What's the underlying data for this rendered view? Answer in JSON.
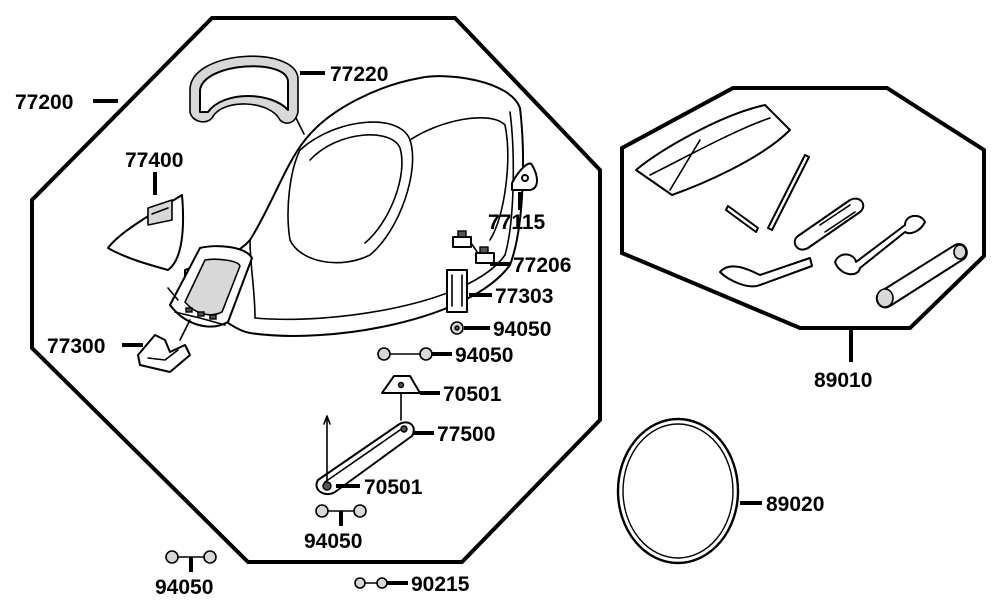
{
  "parts": {
    "p77200": "77200",
    "p77220": "77220",
    "p77400": "77400",
    "p77115": "77115",
    "p77206": "77206",
    "p77303": "77303",
    "p94050_a": "94050",
    "p77300": "77300",
    "p94050_b": "94050",
    "p70501_a": "70501",
    "p77500": "77500",
    "p70501_b": "70501",
    "p94050_c": "94050",
    "p94050_d": "94050",
    "p90215": "90215",
    "p89010": "89010",
    "p89020": "89020"
  }
}
